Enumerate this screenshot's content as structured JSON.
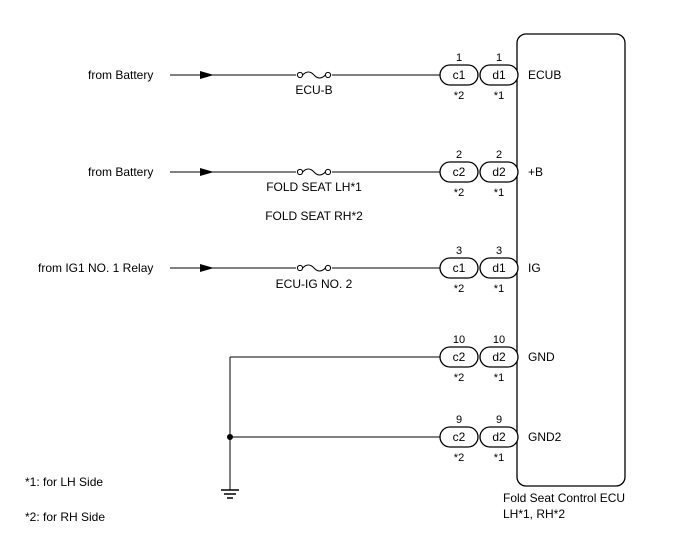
{
  "sources": [
    "from Battery",
    "from Battery",
    "from IG1 NO. 1 Relay"
  ],
  "fuses": [
    "ECU-B",
    "FOLD SEAT LH*1",
    "FOLD SEAT RH*2",
    "ECU-IG NO. 2"
  ],
  "circuits": [
    {
      "pin_c": "1",
      "conn_c": "c1",
      "pin_d": "1",
      "conn_d": "d1",
      "signal": "ECUB",
      "note_c": "*2",
      "note_d": "*1"
    },
    {
      "pin_c": "2",
      "conn_c": "c2",
      "pin_d": "2",
      "conn_d": "d2",
      "signal": "+B",
      "note_c": "*2",
      "note_d": "*1"
    },
    {
      "pin_c": "3",
      "conn_c": "c1",
      "pin_d": "3",
      "conn_d": "d1",
      "signal": "IG",
      "note_c": "*2",
      "note_d": "*1"
    },
    {
      "pin_c": "10",
      "conn_c": "c2",
      "pin_d": "10",
      "conn_d": "d2",
      "signal": "GND",
      "note_c": "*2",
      "note_d": "*1"
    },
    {
      "pin_c": "9",
      "conn_c": "c2",
      "pin_d": "9",
      "conn_d": "d2",
      "signal": "GND2",
      "note_c": "*2",
      "note_d": "*1"
    }
  ],
  "ecu": {
    "name": "Fold Seat Control ECU",
    "variant": "LH*1, RH*2"
  },
  "legend": [
    "*1: for LH Side",
    "*2: for RH Side"
  ]
}
